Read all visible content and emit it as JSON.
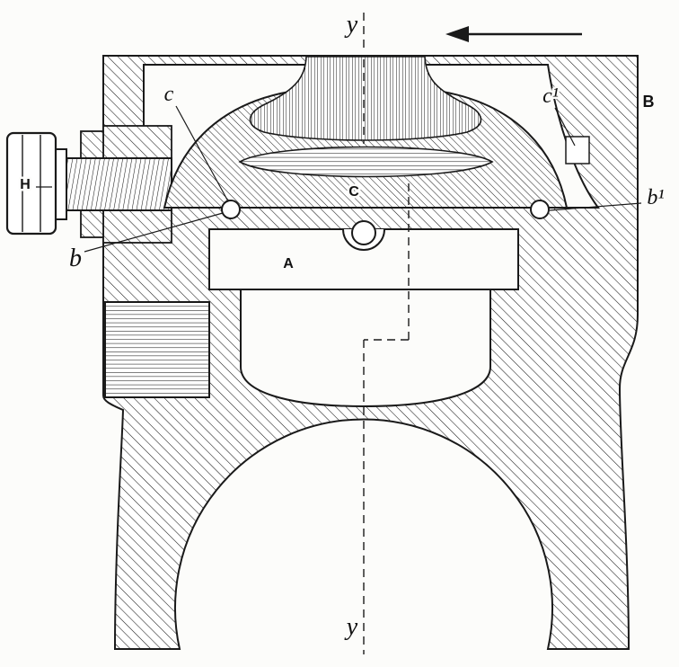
{
  "colors": {
    "ink": "#1a1a1a",
    "paper": "#fcfcfa"
  },
  "figure": {
    "labels": {
      "y_top": "y",
      "y_bottom": "y",
      "c": "c",
      "c1": "c¹",
      "b": "b",
      "b1": "b¹",
      "B": "B",
      "H": "H",
      "C": "C",
      "A": "A"
    }
  }
}
